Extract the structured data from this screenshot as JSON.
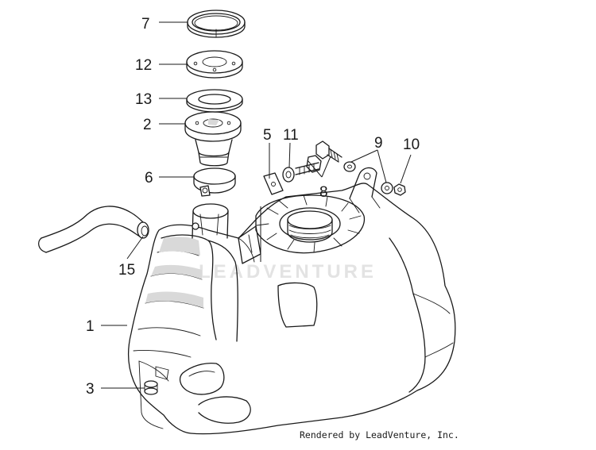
{
  "diagram": {
    "callouts": [
      {
        "id": "7",
        "label": "7"
      },
      {
        "id": "12",
        "label": "12"
      },
      {
        "id": "13",
        "label": "13"
      },
      {
        "id": "2",
        "label": "2"
      },
      {
        "id": "6",
        "label": "6"
      },
      {
        "id": "15",
        "label": "15"
      },
      {
        "id": "1",
        "label": "1"
      },
      {
        "id": "3",
        "label": "3"
      },
      {
        "id": "5",
        "label": "5"
      },
      {
        "id": "11",
        "label": "11"
      },
      {
        "id": "8",
        "label": "8"
      },
      {
        "id": "9",
        "label": "9"
      },
      {
        "id": "10",
        "label": "10"
      }
    ],
    "watermark": "LEADVENTURE",
    "credit": "Rendered by LeadVenture, Inc."
  }
}
